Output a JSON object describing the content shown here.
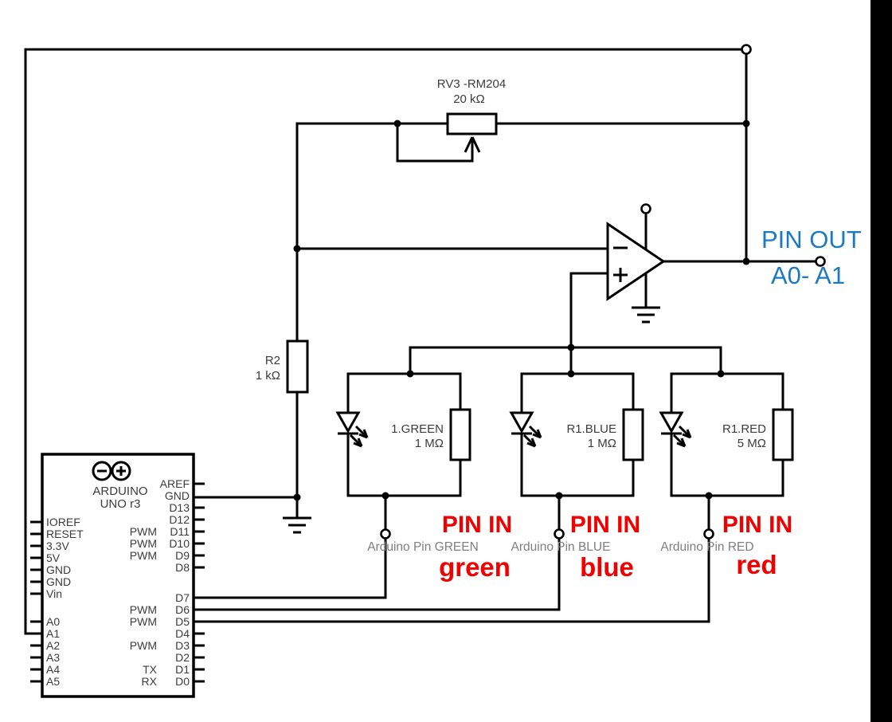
{
  "colors": {
    "wire": "#000000",
    "component_label": "#3c3c3c",
    "annotation_red": "#f10000",
    "annotation_blue": "#1b7ac2",
    "gray_label": "#7f7f7f",
    "edge_band": "#000000"
  },
  "potentiometer": {
    "name": "RV3 -RM204",
    "value": "20 kΩ"
  },
  "resistor_r2": {
    "name": "R2",
    "value": "1 kΩ"
  },
  "opamp": {
    "inverting_mark": "−",
    "noninverting_mark": "+"
  },
  "pin_out": {
    "line1": "PIN OUT",
    "line2": "A0- A1"
  },
  "branches": [
    {
      "label": "1.GREEN",
      "value": "1 MΩ",
      "pin_in": "PIN IN",
      "pin_word": "green",
      "arduino_pin": "Arduino Pin GREEN"
    },
    {
      "label": "R1.BLUE",
      "value": "1 MΩ",
      "pin_in": "PIN IN",
      "pin_word": "blue",
      "arduino_pin": "Arduino Pin BLUE"
    },
    {
      "label": "R1.RED",
      "value": "5 MΩ",
      "pin_in": "PIN IN",
      "pin_word": "red",
      "arduino_pin": "Arduino Pin RED"
    }
  ],
  "arduino": {
    "title": "ARDUINO",
    "subtitle": "UNO r3",
    "left_pins": [
      "IOREF",
      "RESET",
      "3.3V",
      "5V",
      "GND",
      "GND",
      "Vin",
      "A0",
      "A1",
      "A2",
      "A3",
      "A4",
      "A5"
    ],
    "right_pins": [
      {
        "prefix": "",
        "name": "AREF"
      },
      {
        "prefix": "",
        "name": "GND"
      },
      {
        "prefix": "",
        "name": "D13"
      },
      {
        "prefix": "",
        "name": "D12"
      },
      {
        "prefix": "PWM",
        "name": "D11"
      },
      {
        "prefix": "PWM",
        "name": "D10"
      },
      {
        "prefix": "PWM",
        "name": "D9"
      },
      {
        "prefix": "",
        "name": "D8"
      },
      {
        "prefix": "",
        "name": "D7"
      },
      {
        "prefix": "PWM",
        "name": "D6"
      },
      {
        "prefix": "PWM",
        "name": "D5"
      },
      {
        "prefix": "",
        "name": "D4"
      },
      {
        "prefix": "PWM",
        "name": "D3"
      },
      {
        "prefix": "",
        "name": "D2"
      },
      {
        "prefix": "TX",
        "name": "D1"
      },
      {
        "prefix": "RX",
        "name": "D0"
      }
    ]
  }
}
